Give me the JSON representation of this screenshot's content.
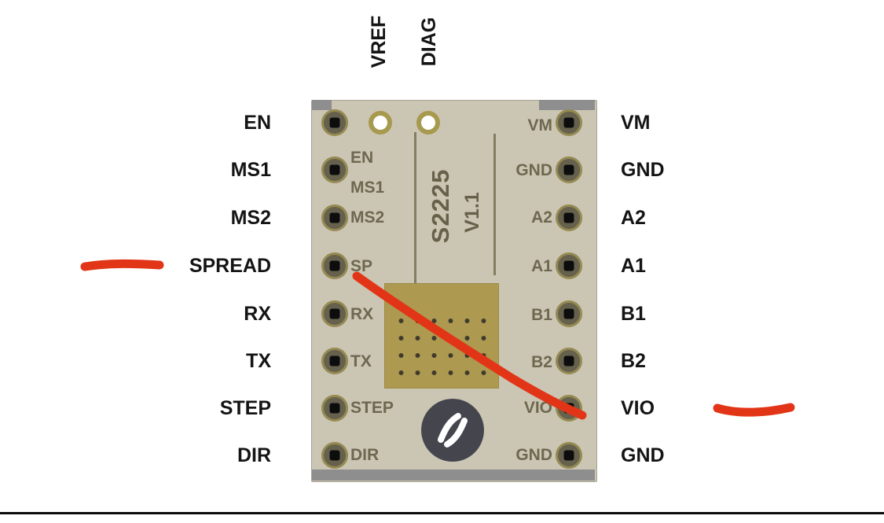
{
  "board": {
    "chip_name": "S2225",
    "chip_version": "V1.1"
  },
  "pins": {
    "left_labels": [
      "EN",
      "MS1",
      "MS2",
      "SPREAD",
      "RX",
      "TX",
      "STEP",
      "DIR"
    ],
    "right_labels": [
      "VM",
      "GND",
      "A2",
      "A1",
      "B1",
      "B2",
      "VIO",
      "GND"
    ],
    "top_labels": [
      "VREF",
      "DIAG"
    ],
    "left_silk": [
      "EN",
      "MS1",
      "MS2",
      "SP",
      "RX",
      "TX",
      "STEP",
      "DIR"
    ],
    "right_silk": [
      "VM",
      "GND",
      "A2",
      "A1",
      "B1",
      "B2",
      "VIO",
      "GND"
    ]
  },
  "annotations": {
    "color": "#e23517",
    "marks": [
      "spread-pin-highlight",
      "sp-to-vio-strikethrough",
      "vio-pin-highlight"
    ]
  },
  "colors": {
    "board": "#cbc5b3",
    "silkscreen": "#6e6850",
    "annotation_red": "#e23517"
  },
  "icons": {
    "logo": "manufacturer-logo"
  }
}
